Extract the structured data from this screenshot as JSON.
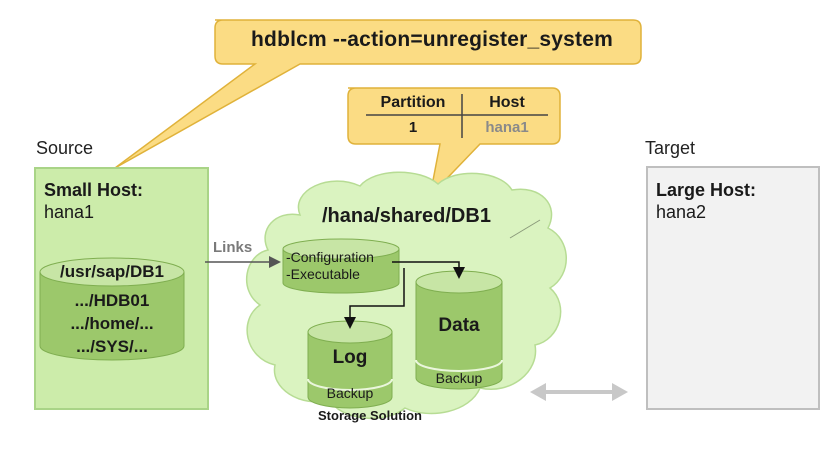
{
  "command": "hdblcm --action=unregister_system",
  "partition_table": {
    "headers": [
      "Partition",
      "Host"
    ],
    "rows": [
      [
        "1",
        "hana1"
      ]
    ]
  },
  "source": {
    "label": "Source",
    "host_title": "Small Host:",
    "host_name": "hana1",
    "cylinder_top": "/usr/sap/DB1",
    "cylinder_lines": [
      ".../HDB01",
      ".../home/...",
      ".../SYS/..."
    ]
  },
  "links_label": "Links",
  "shared": {
    "title": "/hana/shared/DB1",
    "config_lines": [
      "-Configuration",
      "-Executable"
    ],
    "log_label": "Log",
    "log_backup": "Backup",
    "data_label": "Data",
    "data_backup": "Backup",
    "storage_label": "Storage Solution"
  },
  "target": {
    "label": "Target",
    "host_title": "Large Host:",
    "host_name": "hana2"
  },
  "colors": {
    "callout_fill": "#fbdc84",
    "callout_stroke": "#e0b23a",
    "host_fill": "#ccecaa",
    "host_stroke": "#a9d487",
    "cloud_fill": "#daf3c0",
    "cylinder_body": "#9cc86b",
    "cylinder_top": "#c7e5a5",
    "target_fill": "#f2f2f2",
    "target_stroke": "#bfbfbf",
    "arrow_gray": "#c8c8c8"
  }
}
